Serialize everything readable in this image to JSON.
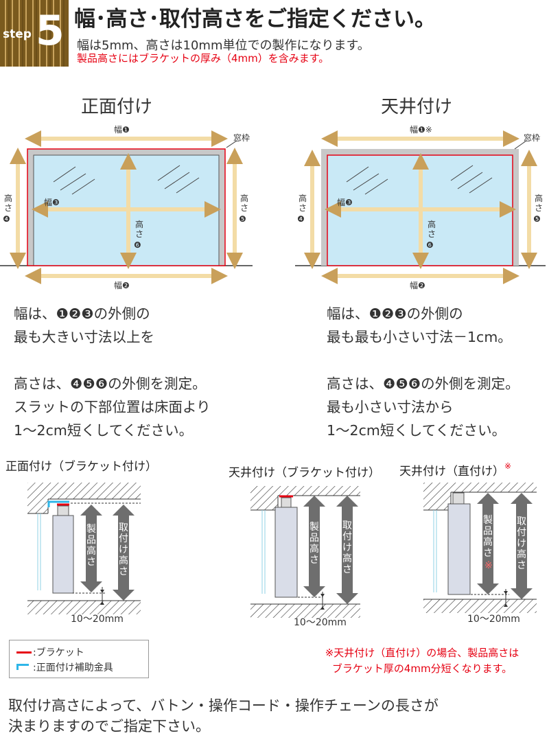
{
  "header": {
    "step_word": "step",
    "step_number": "5",
    "title": "幅･高さ･取付高さをご指定ください。",
    "subtitle": "幅は5mm、高さは10mm単位での製作になります。",
    "note": "製品高さにはブラケットの厚み（4mm）を含みます。"
  },
  "front": {
    "title": "正面付け",
    "labels": {
      "width1": "幅❶",
      "width2": "幅❷",
      "width3": "幅❸",
      "height4": "高さ❹",
      "height5": "高さ❺",
      "height6": "高さ❻",
      "frame": "窓枠"
    },
    "text": [
      "幅は、❶❷❸の外側の",
      "最も大きい寸法以上を",
      "高さは、❹❺❻の外側を測定。",
      "スラットの下部位置は床面より",
      "1～2cm短くしてください。"
    ]
  },
  "ceiling": {
    "title": "天井付け",
    "labels": {
      "width1": "幅❶※",
      "width2": "幅❷",
      "width3": "幅❸",
      "height4": "高さ❹",
      "height5": "高さ❺",
      "height6": "高さ❻",
      "frame": "窓枠"
    },
    "text": [
      "幅は、❶❷❸の外側の",
      "最も最も小さい寸法－1cm。",
      "高さは、❹❺❻の外側を測定。",
      "最も小さい寸法から",
      "1～2cm短くしてください。"
    ]
  },
  "mounts": {
    "front_bracket": {
      "caption": "正面付け（ブラケット付け）",
      "product_height": "製品高さ",
      "mount_height": "取付け高さ",
      "gap": "10～20mm"
    },
    "ceiling_bracket": {
      "caption": "天井付け（ブラケット付け）",
      "product_height": "製品高さ",
      "mount_height": "取付け高さ",
      "gap": "10～20mm"
    },
    "ceiling_direct": {
      "caption": "天井付け（直付け）",
      "caption_mark": "※",
      "product_height": "製品高さ",
      "product_mark": "※",
      "mount_height": "取付け高さ",
      "gap": "10～20mm"
    }
  },
  "legend": {
    "bracket": ":ブラケット",
    "aux": ":正面付け補助金具"
  },
  "footnote": [
    "※天井付け（直付け）の場合、製品高さは",
    "ブラケット厚の4mm分短くなります。"
  ],
  "bottom_text": [
    "取付け高さによって、バトン・操作コード・操作チェーンの長さが",
    "決まりますのでご指定下さい。"
  ],
  "colors": {
    "red": "#e60012",
    "glass": "#c9e9f6",
    "frame": "#c8c8c8",
    "arrow": "#f3dca6",
    "arrow_stroke": "#c9a05a",
    "badge": "#7a5a1e",
    "gray_arrow": "#6e6e6e",
    "cyan": "#2eb6e8"
  }
}
